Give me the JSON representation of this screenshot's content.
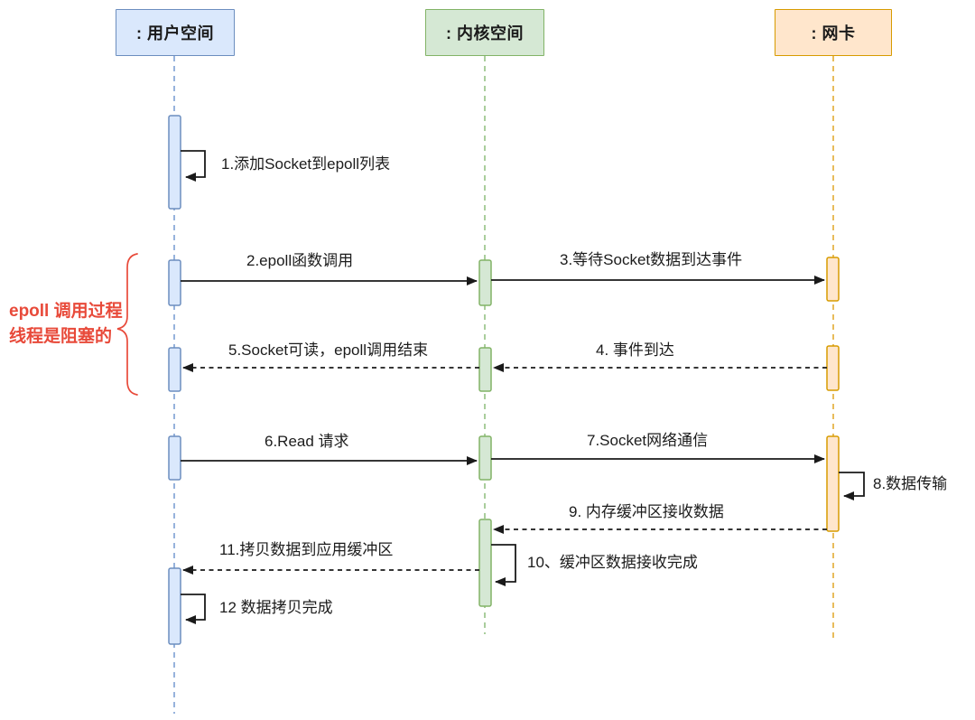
{
  "diagram": {
    "title": "epoll sequence diagram",
    "actors": {
      "user": {
        "label": ": 用户空间"
      },
      "kernel": {
        "label": ": 内核空间"
      },
      "nic": {
        "label": ": 网卡"
      }
    },
    "messages": {
      "m1": {
        "label": "1.添加Socket到epoll列表",
        "from": "user",
        "to": "user",
        "style": "self"
      },
      "m2": {
        "label": "2.epoll函数调用",
        "from": "user",
        "to": "kernel",
        "style": "solid"
      },
      "m3": {
        "label": "3.等待Socket数据到达事件",
        "from": "kernel",
        "to": "nic",
        "style": "solid"
      },
      "m4": {
        "label": "4. 事件到达",
        "from": "nic",
        "to": "kernel",
        "style": "dashed"
      },
      "m5": {
        "label": "5.Socket可读，epoll调用结束",
        "from": "kernel",
        "to": "user",
        "style": "dashed"
      },
      "m6": {
        "label": "6.Read 请求",
        "from": "user",
        "to": "kernel",
        "style": "solid"
      },
      "m7": {
        "label": "7.Socket网络通信",
        "from": "kernel",
        "to": "nic",
        "style": "solid"
      },
      "m8": {
        "label": "8.数据传输",
        "from": "nic",
        "to": "nic",
        "style": "self"
      },
      "m9": {
        "label": "9. 内存缓冲区接收数据",
        "from": "nic",
        "to": "kernel",
        "style": "dashed"
      },
      "m10": {
        "label": "10、缓冲区数据接收完成",
        "from": "kernel",
        "to": "kernel",
        "style": "self"
      },
      "m11": {
        "label": "11.拷贝数据到应用缓冲区",
        "from": "kernel",
        "to": "user",
        "style": "dashed"
      },
      "m12": {
        "label": "12 数据拷贝完成",
        "from": "user",
        "to": "user",
        "style": "self"
      }
    },
    "annotation": {
      "line1": "epoll 调用过程",
      "line2": "线程是阻塞的"
    }
  },
  "colors": {
    "user_fill": "#dae8fc",
    "user_stroke": "#6c8ebf",
    "user_line": "#7da0d4",
    "kernel_fill": "#d5e8d4",
    "kernel_stroke": "#82b366",
    "kernel_line": "#94c183",
    "nic_fill": "#ffe6cc",
    "nic_stroke": "#d79b00",
    "nic_line": "#e3ab33",
    "annotation_red": "#e84a3a",
    "arrow": "#1a1a1a"
  }
}
